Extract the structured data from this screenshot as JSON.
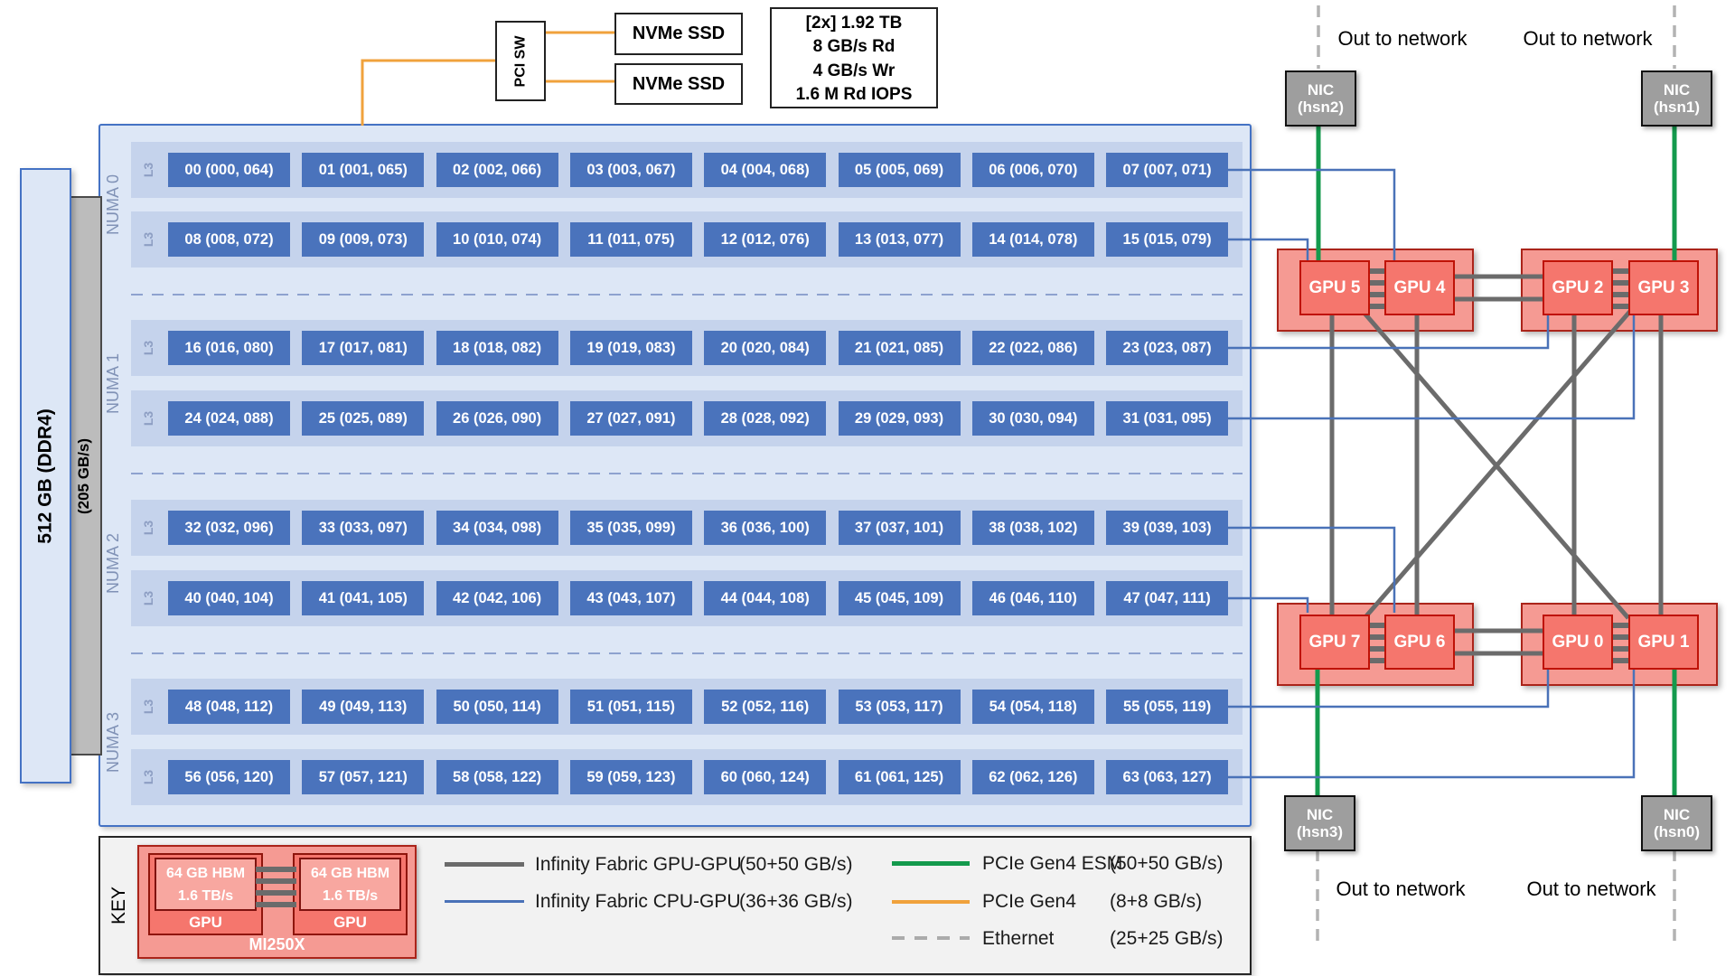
{
  "memory": {
    "capacity": "512 GB  (DDR4)",
    "bandwidth": "(205 GB/s)"
  },
  "storage": {
    "switch": "PCI SW",
    "ssd1": "NVMe SSD",
    "ssd2": "NVMe SSD",
    "specs": [
      "[2x] 1.92 TB",
      "8 GB/s Rd",
      "4 GB/s Wr",
      "1.6 M Rd IOPS"
    ]
  },
  "cpu": {
    "numa": [
      {
        "label": "NUMA 0",
        "rows": [
          {
            "l3": "L3",
            "cores": [
              "00 (000, 064)",
              "01 (001, 065)",
              "02 (002, 066)",
              "03 (003, 067)",
              "04 (004, 068)",
              "05 (005, 069)",
              "06 (006, 070)",
              "07 (007, 071)"
            ]
          },
          {
            "l3": "L3",
            "cores": [
              "08 (008, 072)",
              "09 (009, 073)",
              "10 (010, 074)",
              "11 (011, 075)",
              "12 (012, 076)",
              "13 (013, 077)",
              "14 (014, 078)",
              "15 (015, 079)"
            ]
          }
        ]
      },
      {
        "label": "NUMA 1",
        "rows": [
          {
            "l3": "L3",
            "cores": [
              "16 (016, 080)",
              "17 (017, 081)",
              "18 (018, 082)",
              "19 (019, 083)",
              "20 (020, 084)",
              "21 (021, 085)",
              "22 (022, 086)",
              "23 (023, 087)"
            ]
          },
          {
            "l3": "L3",
            "cores": [
              "24 (024, 088)",
              "25 (025, 089)",
              "26 (026, 090)",
              "27 (027, 091)",
              "28 (028, 092)",
              "29 (029, 093)",
              "30 (030, 094)",
              "31 (031, 095)"
            ]
          }
        ]
      },
      {
        "label": "NUMA 2",
        "rows": [
          {
            "l3": "L3",
            "cores": [
              "32 (032, 096)",
              "33 (033, 097)",
              "34 (034, 098)",
              "35 (035, 099)",
              "36 (036, 100)",
              "37 (037, 101)",
              "38 (038, 102)",
              "39 (039, 103)"
            ]
          },
          {
            "l3": "L3",
            "cores": [
              "40 (040, 104)",
              "41 (041, 105)",
              "42 (042, 106)",
              "43 (043, 107)",
              "44 (044, 108)",
              "45 (045, 109)",
              "46 (046, 110)",
              "47 (047, 111)"
            ]
          }
        ]
      },
      {
        "label": "NUMA 3",
        "rows": [
          {
            "l3": "L3",
            "cores": [
              "48 (048, 112)",
              "49 (049, 113)",
              "50 (050, 114)",
              "51 (051, 115)",
              "52 (052, 116)",
              "53 (053, 117)",
              "54 (054, 118)",
              "55 (055, 119)"
            ]
          },
          {
            "l3": "L3",
            "cores": [
              "56 (056, 120)",
              "57 (057, 121)",
              "58 (058, 122)",
              "59 (059, 123)",
              "60 (060, 124)",
              "61 (061, 125)",
              "62 (062, 126)",
              "63 (063, 127)"
            ]
          }
        ]
      }
    ]
  },
  "gpus": {
    "modules": [
      {
        "pos": "top-left",
        "gpus": [
          "GPU 5",
          "GPU 4"
        ]
      },
      {
        "pos": "top-right",
        "gpus": [
          "GPU 2",
          "GPU 3"
        ]
      },
      {
        "pos": "bottom-left",
        "gpus": [
          "GPU 7",
          "GPU 6"
        ]
      },
      {
        "pos": "bottom-right",
        "gpus": [
          "GPU 0",
          "GPU 1"
        ]
      }
    ]
  },
  "nics": [
    {
      "line1": "NIC",
      "line2": "(hsn2)"
    },
    {
      "line1": "NIC",
      "line2": "(hsn1)"
    },
    {
      "line1": "NIC",
      "line2": "(hsn3)"
    },
    {
      "line1": "NIC",
      "line2": "(hsn0)"
    }
  ],
  "network_labels": [
    "Out to network",
    "Out to network",
    "Out to network",
    "Out to network"
  ],
  "key": {
    "label": "KEY",
    "module": {
      "hbm": "64 GB HBM",
      "hbm_bw": "1.6 TB/s",
      "gpu_label": "GPU",
      "name": "MI250X"
    },
    "legend": [
      {
        "name": "Infinity Fabric GPU-GPU",
        "rate": "(50+50 GB/s)",
        "style": "gray"
      },
      {
        "name": "Infinity Fabric CPU-GPU",
        "rate": "(36+36 GB/s)",
        "style": "blue"
      },
      {
        "name": "PCIe Gen4 ESM",
        "rate": "(50+50 GB/s)",
        "style": "green"
      },
      {
        "name": "PCIe Gen4",
        "rate": "(8+8 GB/s)",
        "style": "orange"
      },
      {
        "name": "Ethernet",
        "rate": "(25+25 GB/s)",
        "style": "dashed"
      }
    ]
  },
  "colors": {
    "if_gpu_gpu": "#6b6b6b",
    "if_cpu_gpu": "#4a72b8",
    "pcie_esm": "#149a4d",
    "pcie_gen4": "#f0a23c",
    "ethernet": "#b3b3b3",
    "core": "#4a73bc",
    "gpu_fill": "#f5766d",
    "module_fill": "#f59a93",
    "nic_fill": "#9e9e9e"
  }
}
